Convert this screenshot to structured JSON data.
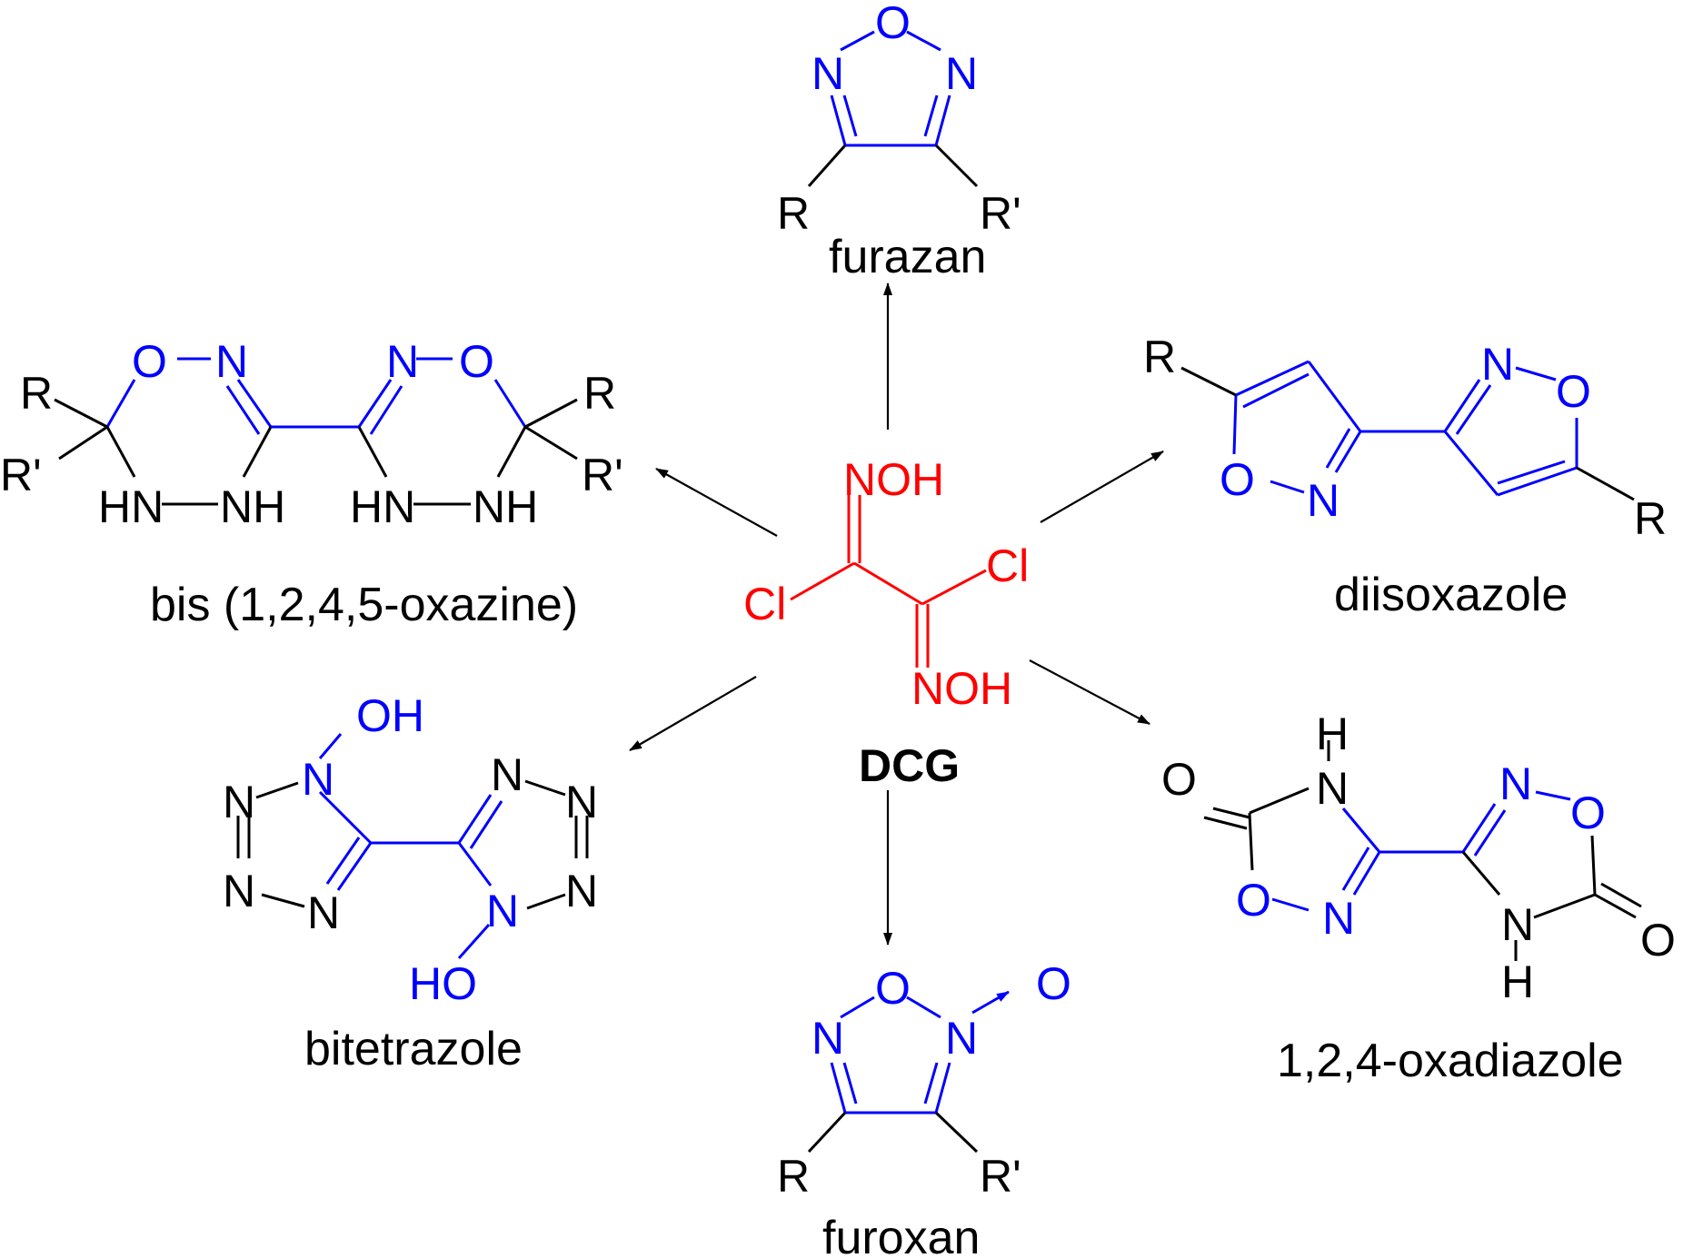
{
  "colors": {
    "ring": "#0000ff",
    "substituent": "#000000",
    "reagent": "#ff0000"
  },
  "center": {
    "name": "DCG",
    "cl1": "Cl",
    "cl2": "Cl",
    "oxime1": "NOH",
    "oxime2": "NOH"
  },
  "furazan": {
    "name": "furazan",
    "o": "O",
    "n1": "N",
    "n2": "N",
    "r1": "R",
    "r2": "R'"
  },
  "oxazine": {
    "name": "bis (1,2,4,5-oxazine)",
    "left": {
      "o": "O",
      "n": "N",
      "r": "R",
      "r2": "R'",
      "hn": "HN",
      "nh": "NH"
    },
    "right": {
      "o": "O",
      "n": "N",
      "r": "R",
      "r2": "R'",
      "hn": "HN",
      "nh": "NH"
    }
  },
  "diisoxazole": {
    "name": "diisoxazole",
    "r1": "R",
    "r2": "R",
    "o1": "O",
    "n1": "N",
    "n2": "N",
    "o2": "O"
  },
  "bitetrazole": {
    "name": "bitetrazole",
    "oh": "OH",
    "ho": "HO",
    "n": [
      "N",
      "N",
      "N",
      "N",
      "N",
      "N",
      "N",
      "N"
    ]
  },
  "oxadiazole": {
    "name": "1,2,4-oxadiazole",
    "left": {
      "h": "H",
      "nh": "N",
      "o_carbonyl": "O",
      "o_ring": "O",
      "n": "N"
    },
    "right": {
      "h": "H",
      "nh": "N",
      "o_carbonyl": "O",
      "o_ring": "O",
      "n": "N"
    }
  },
  "furoxan": {
    "name": "furoxan",
    "o": "O",
    "n1": "N",
    "n2": "N",
    "o_exo": "O",
    "r1": "R",
    "r2": "R'"
  }
}
